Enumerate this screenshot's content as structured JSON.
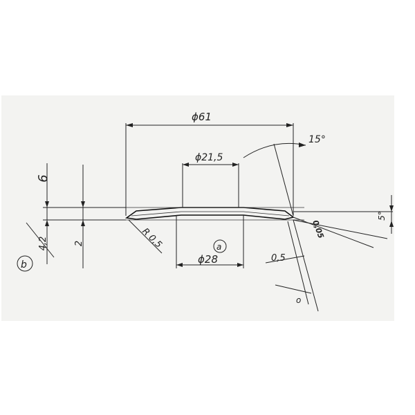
{
  "drawing": {
    "dims": {
      "outer_diameter": "ϕ61",
      "inner_diameter": "ϕ21,5",
      "bottom_diameter": "ϕ28",
      "angle_top": "15°",
      "angle_right": "5°",
      "height_total": "6",
      "height_42": "4,2",
      "height_2": "2",
      "radius": "R 0,5",
      "thickness_05": "0,5",
      "thickness_005": "0,05",
      "circle_a": "a",
      "circle_b": "b",
      "small_o": "o"
    }
  }
}
